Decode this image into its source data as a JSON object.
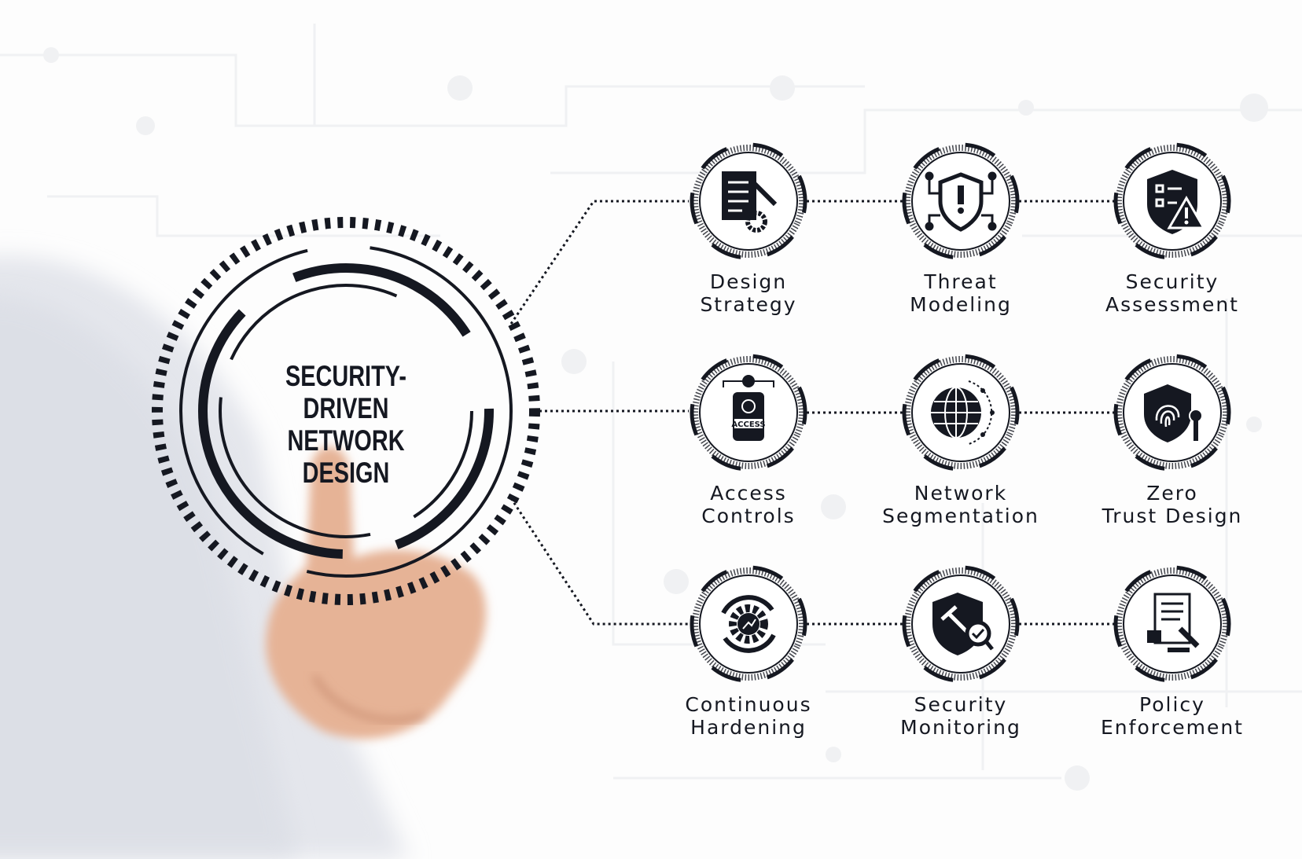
{
  "center": {
    "line1": "SECURITY-",
    "line2": "DRIVEN NETWORK",
    "line3": "DESIGN"
  },
  "nodes": [
    {
      "icon": "document-gear-icon",
      "line1": "Design",
      "line2": "Strategy"
    },
    {
      "icon": "shield-circuit-alert-icon",
      "line1": "Threat",
      "line2": "Modeling"
    },
    {
      "icon": "shield-checklist-warning-icon",
      "line1": "Security",
      "line2": "Assessment"
    },
    {
      "icon": "access-badge-icon",
      "line1": "Access",
      "line2": "Controls",
      "badge": "ACCESS"
    },
    {
      "icon": "globe-network-icon",
      "line1": "Network",
      "line2": "Segmentation"
    },
    {
      "icon": "fingerprint-shield-key-icon",
      "line1": "Zero",
      "line2": "Trust Design"
    },
    {
      "icon": "gear-cycle-icon",
      "line1": "Continuous",
      "line2": "Hardening"
    },
    {
      "icon": "shield-magnifier-icon",
      "line1": "Security",
      "line2": "Monitoring"
    },
    {
      "icon": "policy-gavel-icon",
      "line1": "Policy",
      "line2": "Enforcement"
    }
  ],
  "colors": {
    "ink": "#151821",
    "background": "#fdfdfd",
    "skin": "#e9b89a",
    "shirt": "#eceef3"
  }
}
